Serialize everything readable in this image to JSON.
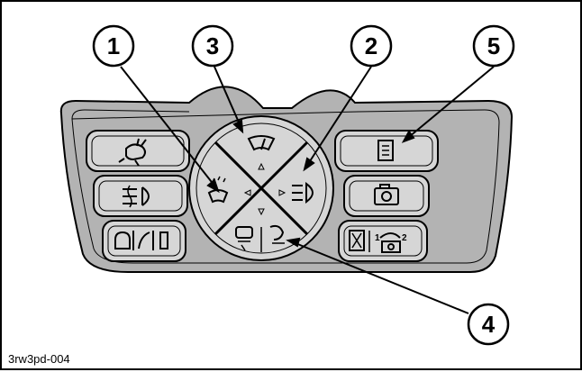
{
  "callouts": {
    "c1": "1",
    "c2": "2",
    "c3": "3",
    "c4": "4",
    "c5": "5"
  },
  "figure_id": "3rw3pd-004",
  "icon_digits": {
    "first": "1",
    "second": "2"
  },
  "colors": {
    "panel_fill": "#b3b3b3",
    "button_fill": "#d6d6d6",
    "ink": "#000000",
    "background": "#ffffff"
  },
  "icons": {
    "left_buttons": [
      "rabbit-icon",
      "fog-light-icon",
      "seat-icon"
    ],
    "center_dial": [
      "front-wiper-icon",
      "headlight-icon",
      "rear-wiper-washer-icon",
      "parking-brake-icon",
      "park-mode-icon"
    ],
    "right_buttons": [
      "menu-icon",
      "camera-icon",
      "timer-icon",
      "camera-switch-icon"
    ]
  }
}
